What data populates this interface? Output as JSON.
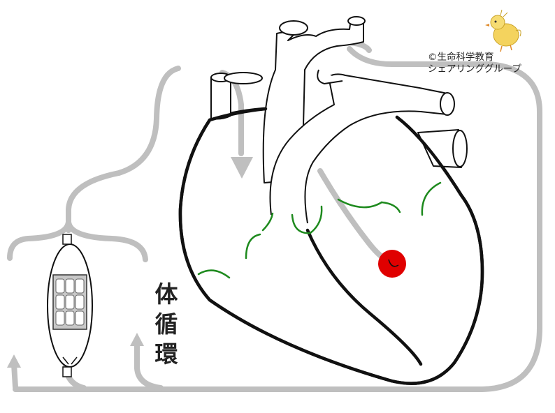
{
  "labels": {
    "circulation": [
      "体",
      "循",
      "環"
    ]
  },
  "credit": {
    "line1": "©生命科学教育",
    "line2": "シェアリンググループ"
  },
  "colors": {
    "background": "#ffffff",
    "outline": "#111111",
    "flow": "#bfbfbf",
    "coronary": "#1e8a1e",
    "marker": "#e00000",
    "capillary": "#bdbdbd"
  },
  "icons": [
    "chick-mascot-icon",
    "heart-diagram",
    "capillary-bed-icon",
    "flow-arrow-icon"
  ]
}
